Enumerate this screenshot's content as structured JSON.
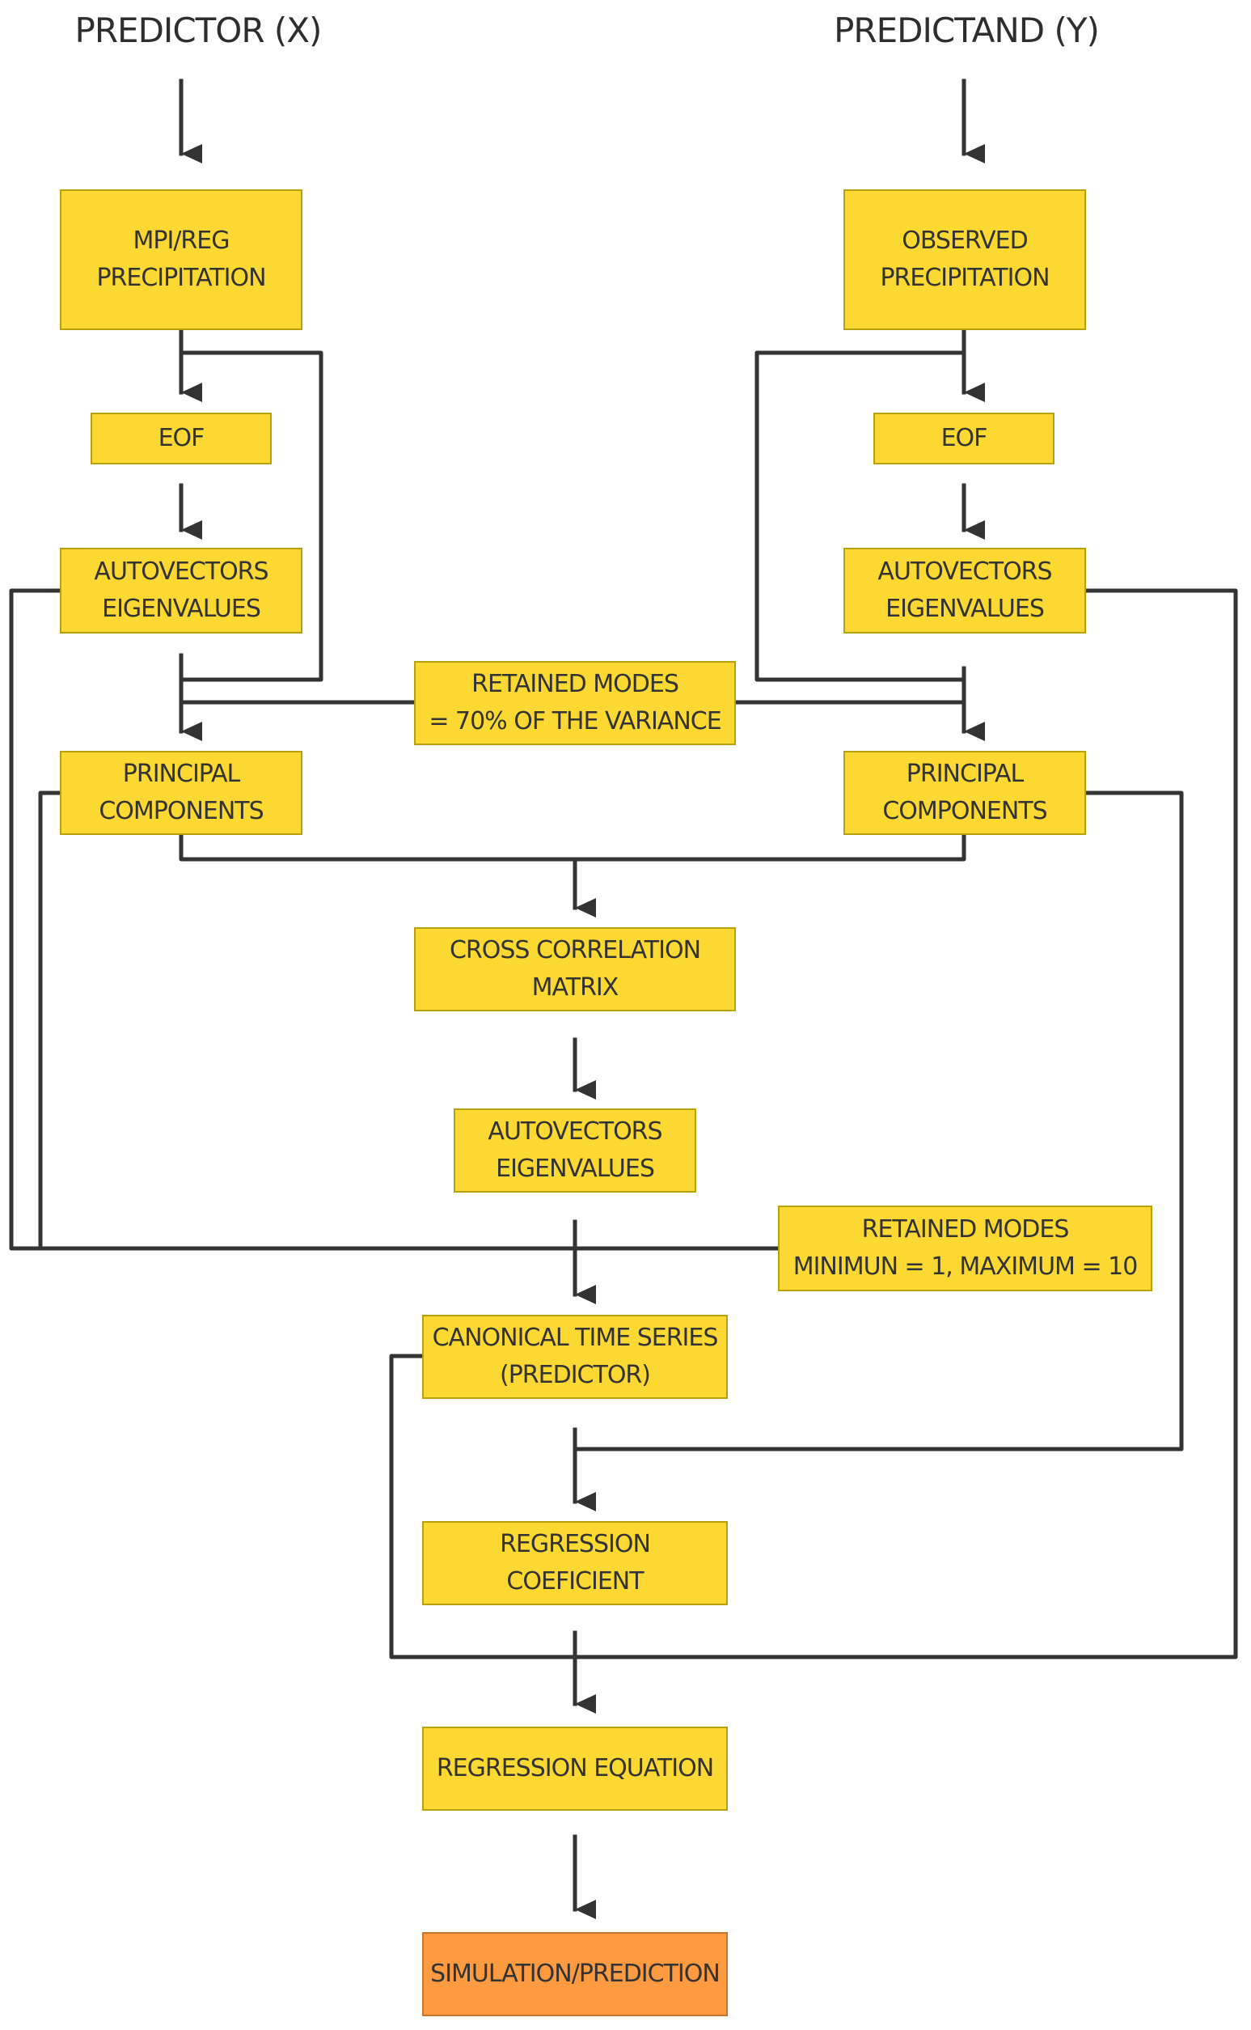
{
  "headers": {
    "predictor": "PREDICTOR (X)",
    "predictand": "PREDICTAND (Y)"
  },
  "boxes": {
    "mpi_reg_precipitation": "MPI/REG\nPRECIPITATION",
    "observed_precipitation": "OBSERVED\nPRECIPITATION",
    "eof_left": "EOF",
    "eof_right": "EOF",
    "autovectors_left": "AUTOVECTORS\nEIGENVALUES",
    "autovectors_right": "AUTOVECTORS\nEIGENVALUES",
    "retained_modes_variance": "RETAINED MODES\n= 70% OF THE VARIANCE",
    "principal_components_left": "PRINCIPAL\nCOMPONENTS",
    "principal_components_right": "PRINCIPAL\nCOMPONENTS",
    "cross_correlation_matrix": "CROSS CORRELATION\nMATRIX",
    "autovectors_center": "AUTOVECTORS\nEIGENVALUES",
    "retained_modes_minmax": "RETAINED MODES\nMINIMUN = 1, MAXIMUM = 10",
    "canonical_time_series": "CANONICAL TIME SERIES\n(PREDICTOR)",
    "regression_coefficient": "REGRESSION COEFICIENT",
    "regression_equation": "REGRESSION EQUATION",
    "simulation_prediction": "SIMULATION/PREDICTION"
  },
  "colors": {
    "box_fill": "#fcd932",
    "box_border": "#b7a10f",
    "final_fill": "#fe9a3f",
    "line": "#333333"
  }
}
